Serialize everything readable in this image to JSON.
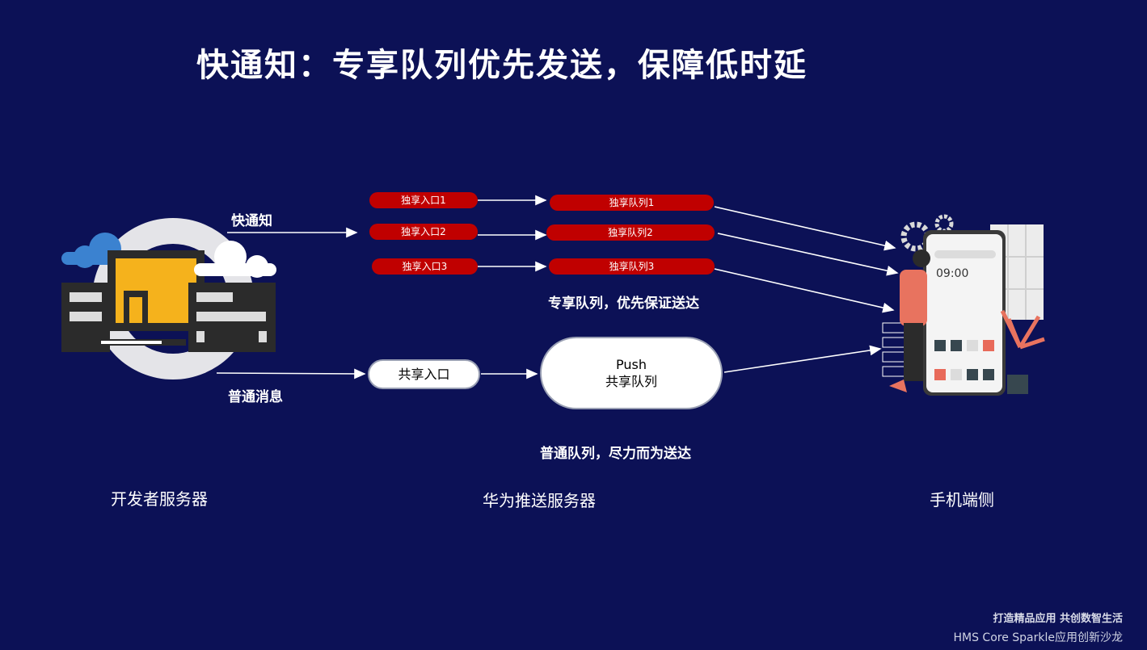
{
  "title": "快通知：专享队列优先发送，保障低时延",
  "labels": {
    "fast_notify": "快通知",
    "normal_msg": "普通消息",
    "dedicated_caption": "专享队列，优先保证送达",
    "normal_caption": "普通队列，尽力而为送达"
  },
  "entries": [
    "独享入口1",
    "独享入口2",
    "独享入口3"
  ],
  "queues": [
    "独享队列1",
    "独享队列2",
    "独享队列3"
  ],
  "shared_entry": "共享入口",
  "shared_queue": {
    "line1": "Push",
    "line2": "共享队列"
  },
  "sections": {
    "developer": "开发者服务器",
    "huawei": "华为推送服务器",
    "phone": "手机端侧"
  },
  "phone_time": "09:00",
  "footer": {
    "slogan": "打造精品应用 共创数智生活",
    "brand": "HMS Core Sparkle应用创新沙龙"
  },
  "colors": {
    "background": "#0c1156",
    "dedicated": "#c00000",
    "arrow": "#ffffff"
  }
}
